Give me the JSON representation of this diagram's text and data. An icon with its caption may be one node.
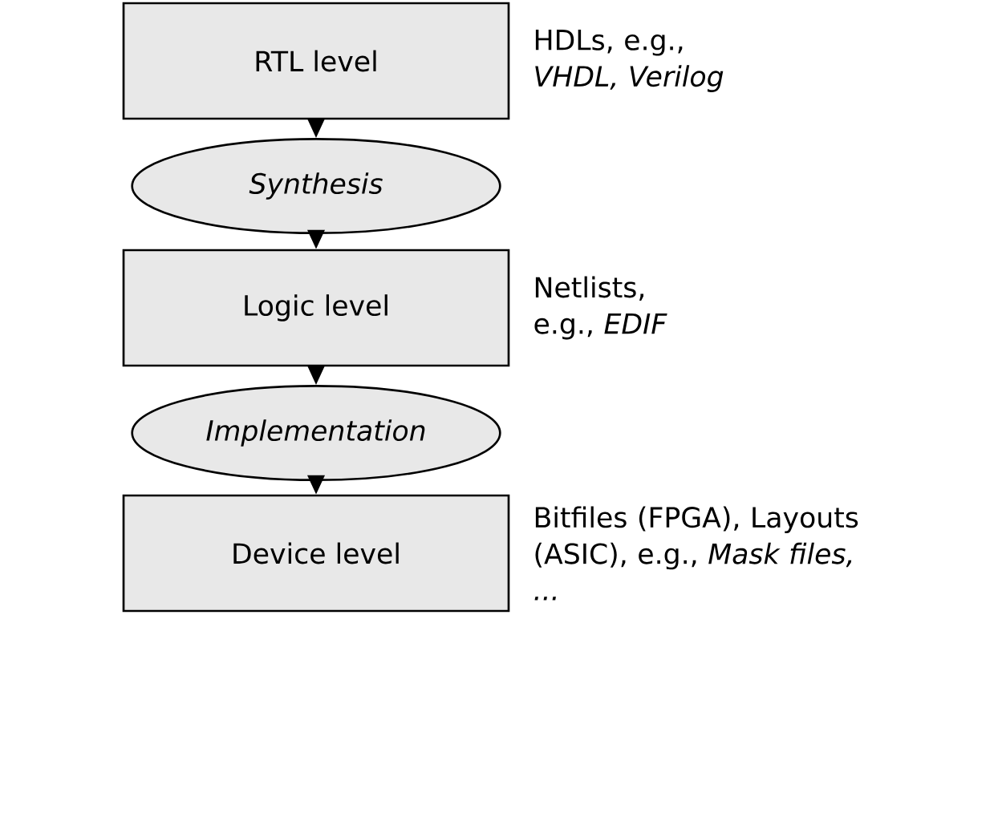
{
  "diagram": {
    "nodes": [
      {
        "text": [
          "RTL level"
        ],
        "beside": [
          "HDLs, e.g., *VHDL, Verilog*"
        ]
      },
      {
        "text": [
          "Synthesis"
        ]
      },
      {
        "text": [
          "Logic level"
        ],
        "beside": [
          "Netlists, e.g., *EDIF*"
        ]
      },
      {
        "text": [
          "Implementation"
        ]
      },
      {
        "text": [
          "Device level"
        ],
        "beside": [
          "Bitfiles (FPGA), Layouts (ASIC), e.g., *Mask files, ...*"
        ]
      }
    ],
    "edges": [
      {
        "from": 0,
        "to": 1,
        "arrow": "to"
      },
      {
        "from": 1,
        "to": 2,
        "arrow": "to"
      },
      {
        "from": 2,
        "to": 3,
        "arrow": "to"
      },
      {
        "from": 3,
        "to": 4,
        "arrow": "to"
      }
    ]
  }
}
